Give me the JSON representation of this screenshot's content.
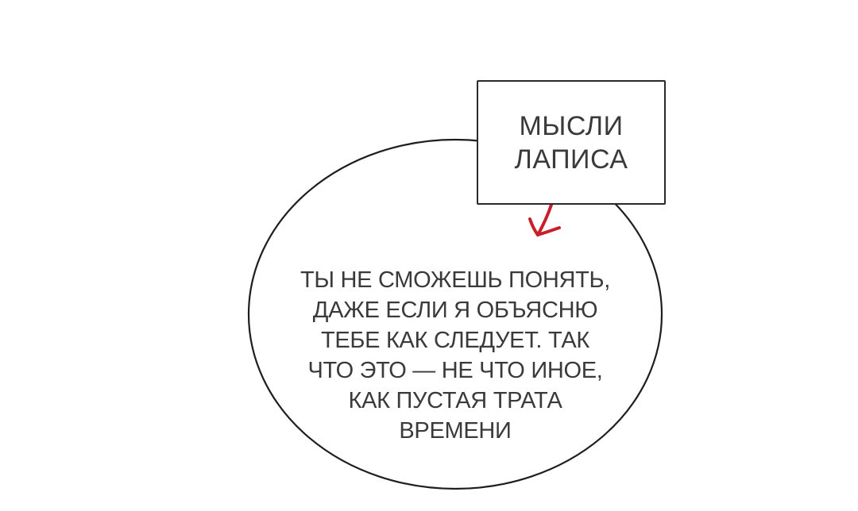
{
  "caption_box": {
    "lines": [
      "МЫСЛИ",
      "ЛАПИСА"
    ]
  },
  "speech_bubble": {
    "lines": [
      "ТЫ НЕ СМОЖЕШЬ ПОНЯТЬ,",
      "ДАЖЕ ЕСЛИ Я ОБЪЯСНЮ",
      "ТЕБЕ КАК СЛЕДУЕТ. ТАК",
      "ЧТО ЭТО — НЕ ЧТО ИНОЕ,",
      "КАК ПУСТАЯ ТРАТА",
      "ВРЕМЕНИ"
    ]
  },
  "colors": {
    "background": "#ffffff",
    "outline": "#1e1e1e",
    "text": "#3a3a3a",
    "arrow": "#c8202a"
  }
}
